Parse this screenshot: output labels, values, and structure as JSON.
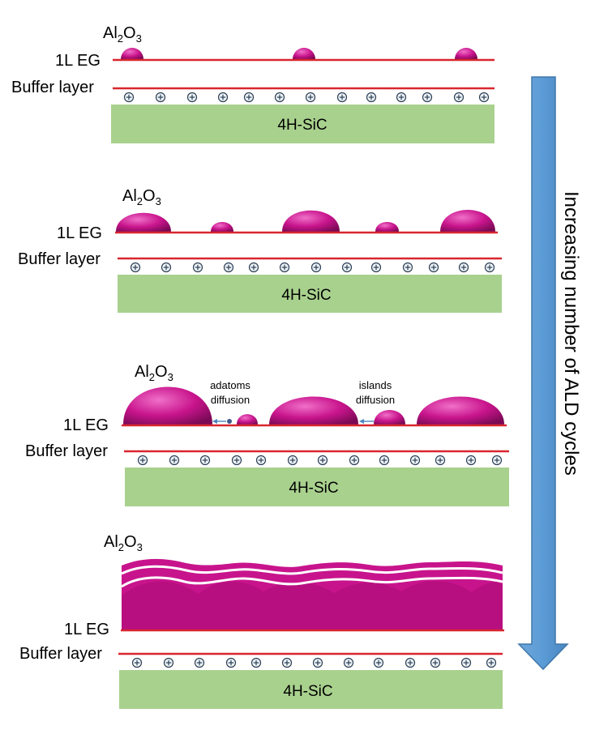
{
  "labels": {
    "al2o3_main": "Al",
    "al2o3_sub2": "2",
    "al2o3_o": "O",
    "al2o3_sub3": "3",
    "graphene": "1L EG",
    "buffer": "Buffer layer",
    "substrate": "4H-SiC",
    "adatoms_line1": "adatoms",
    "adatoms_line2": "diffusion",
    "islands_line1": "islands",
    "islands_line2": "diffusion",
    "plus": "+"
  },
  "arrow_label": "Increasing number of ALD cycles",
  "colors": {
    "substrate": "#a9d18e",
    "red_line": "#d9262e",
    "island": "#c8148c",
    "arrow": "#5b9bd5",
    "charge_fill": "#eef3f8",
    "charge_stroke": "#2b3f55"
  }
}
